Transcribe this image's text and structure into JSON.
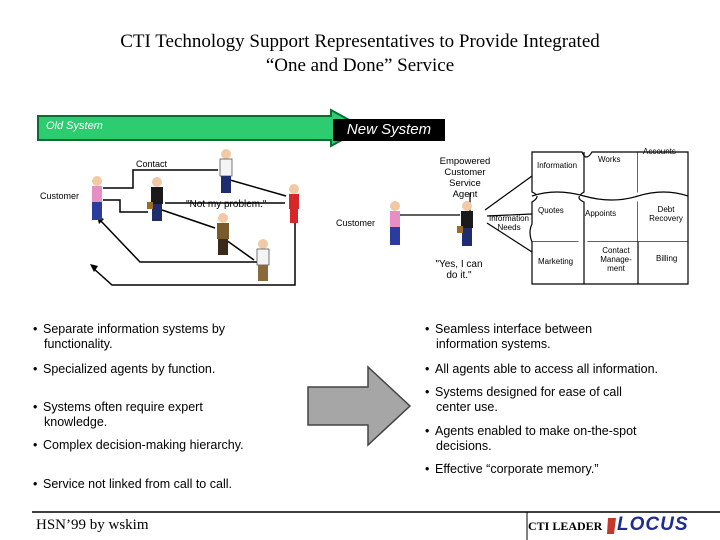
{
  "title": {
    "line1": "CTI Technology Support Representatives to Provide Integrated",
    "line2": "“One and Done” Service"
  },
  "banner": {
    "old_system": "Old System",
    "new_system": "New System"
  },
  "old_diagram": {
    "contact": "Contact",
    "customer": "Customer",
    "not_my_problem": "\"Not my problem.\""
  },
  "new_diagram": {
    "empowered_agent": [
      "Empowered",
      "Customer",
      "Service",
      "Agent"
    ],
    "customer": "Customer",
    "information_needs": [
      "Information",
      "Needs"
    ],
    "yes_i_can": [
      "\"Yes, I can",
      "do it.\""
    ],
    "puzzle": {
      "accounts": "Accounts",
      "information": "Information",
      "works": "Works",
      "quotes": "Quotes",
      "appoints": "Appoints",
      "debt_recovery": [
        "Debt",
        "Recovery"
      ],
      "marketing": "Marketing",
      "contact_management": [
        "Contact",
        "Manage-",
        "ment"
      ],
      "billing": "Billing"
    }
  },
  "left_bullets": [
    [
      "Separate information systems by",
      "functionality."
    ],
    [
      "Specialized agents by function."
    ],
    [
      "Systems often require expert",
      "knowledge."
    ],
    [
      "Complex decision-making hierarchy."
    ],
    [
      "Service not linked from call to call."
    ]
  ],
  "right_bullets": [
    [
      "Seamless interface between",
      "information systems."
    ],
    [
      "All agents able to access all information."
    ],
    [
      "Systems designed for ease of call",
      "center use."
    ],
    [
      "Agents enabled to make on-the-spot",
      "decisions."
    ],
    [
      "Effective “corporate memory.”"
    ]
  ],
  "bullet_char": "•",
  "footer": {
    "left": "HSN’99 by wskim",
    "middle": "CTI LEADER",
    "logo": "LOCUS"
  },
  "colors": {
    "arrow_fill": "#2ecc71",
    "arrow_border": "#0c6b30",
    "logo": "#1f2d8f",
    "logo_mark": "#c0392b",
    "center_arrow": "#a6a6a6"
  }
}
